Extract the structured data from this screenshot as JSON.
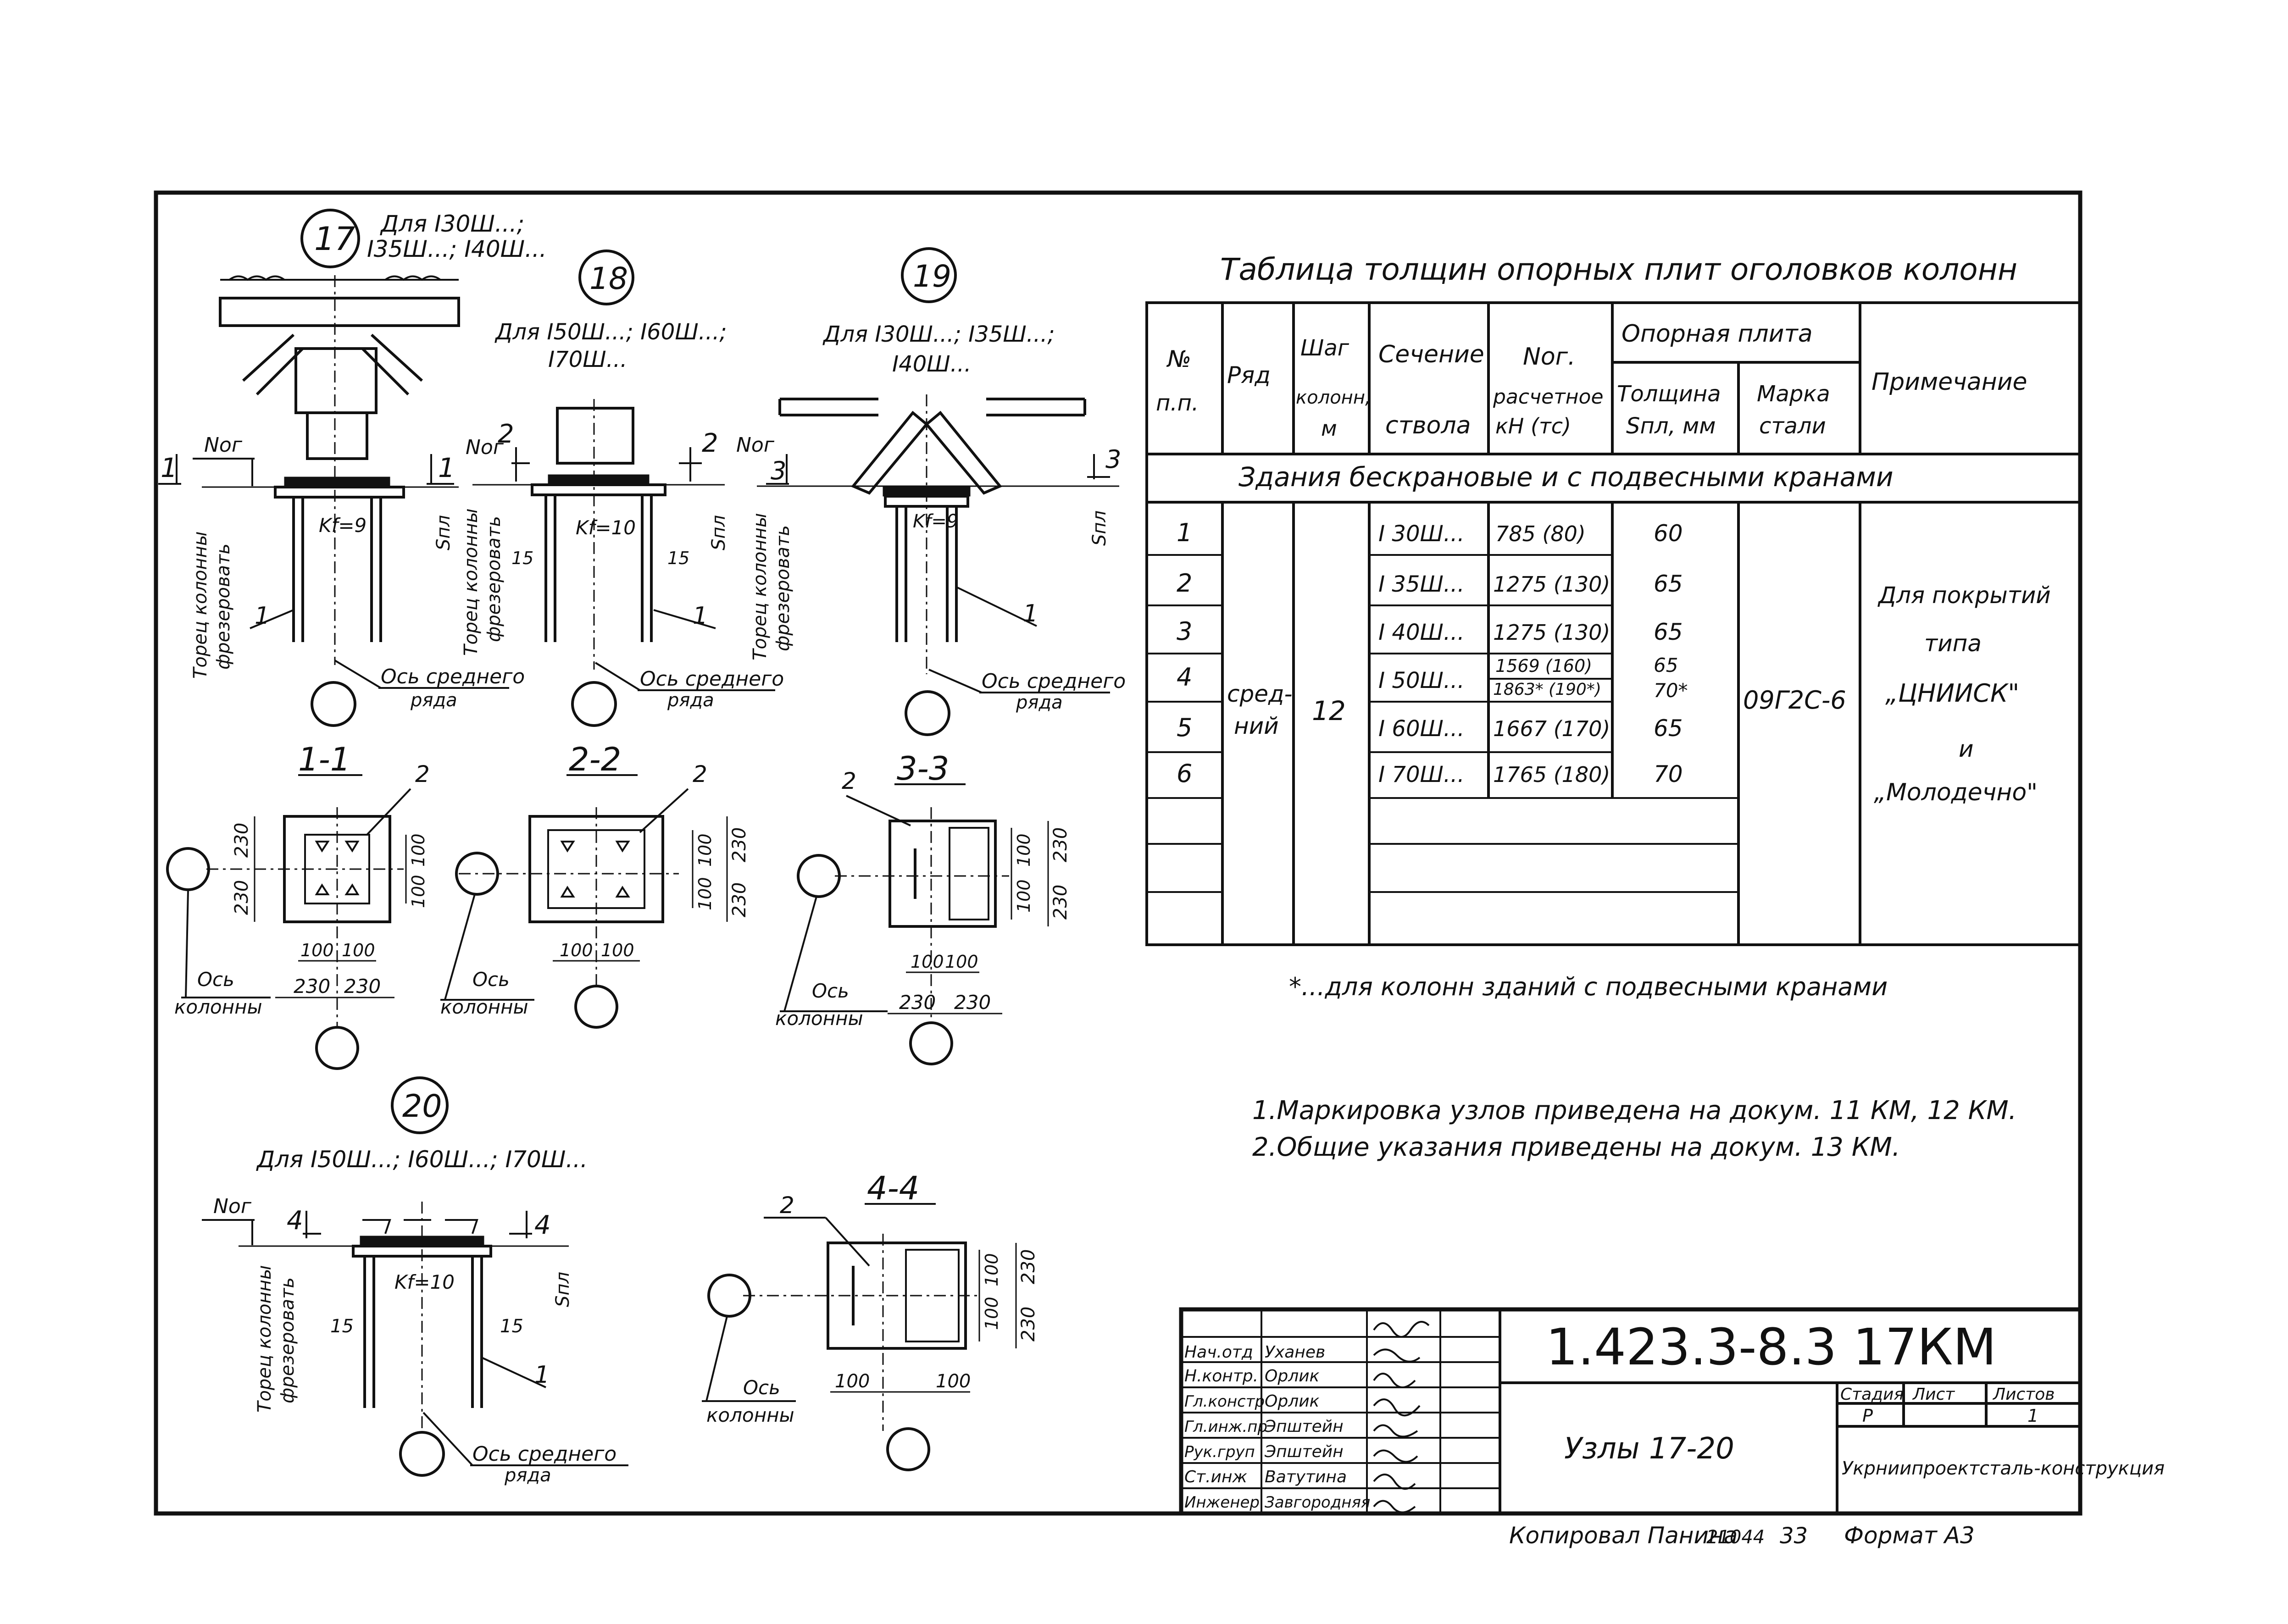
{
  "table": {
    "title": "Таблица толщин опорных плит оголовков колонн",
    "headers": {
      "num": "№ п.п.",
      "row": "Ряд",
      "step": "Шаг колонн, м",
      "section_top": "Сечение",
      "section_bottom": "ствола",
      "nog_top": "Nог.",
      "nog_bottom": "расчетное кН (тс)",
      "plate_group": "Опорная плита",
      "thickness": "Толщина Sпл, мм",
      "steel": "Марка стали",
      "note": "Примечание"
    },
    "group_row": "Здания бескрановые и с подвесными кранами",
    "rows": [
      {
        "num": "1",
        "section": "I 30Ш...",
        "force": "785 (80)",
        "thickness": "60"
      },
      {
        "num": "2",
        "section": "I 35Ш...",
        "force": "1275 (130)",
        "thickness": "65"
      },
      {
        "num": "3",
        "section": "I 40Ш...",
        "force": "1275 (130)",
        "thickness": "65"
      },
      {
        "num": "4",
        "section": "I 50Ш...",
        "force": "1569 (160)",
        "force2": "1863* (190*)",
        "thickness": "65",
        "thickness2": "70*"
      },
      {
        "num": "5",
        "section": "I 60Ш...",
        "force": "1667 (170)",
        "thickness": "65"
      },
      {
        "num": "6",
        "section": "I 70Ш...",
        "force": "1765 (180)",
        "thickness": "70"
      }
    ],
    "merged": {
      "row": "сред-ний",
      "step": "12",
      "steel": "09Г2С-6",
      "note_lines": [
        "Для покрытий",
        "типа",
        "„ЦНИИСК\"",
        "и",
        "„Молодечно\""
      ]
    },
    "footnote": "*...для колонн зданий с подвесными кранами"
  },
  "notes": [
    "1.Маркировка узлов приведена на докум. 11 КМ, 12 КМ.",
    "2.Общие указания приведены на докум. 13 КМ."
  ],
  "nodes": [
    {
      "id": "17",
      "caption_1": "Для I30Ш...;",
      "caption_2": "I35Ш...; I40Ш...",
      "weld": "Kf=9",
      "marker": "1"
    },
    {
      "id": "18",
      "caption_1": "Для I50Ш...; I60Ш...;",
      "caption_2": "I70Ш...",
      "weld": "Kf=10",
      "marker": "2"
    },
    {
      "id": "19",
      "caption_1": "Для I30Ш...; I35Ш...;",
      "caption_2": "I40Ш...",
      "weld": "Kf=9",
      "marker": "3"
    },
    {
      "id": "20",
      "caption_1": "Для I50Ш...; I60Ш...; I70Ш...",
      "caption_2": "",
      "weld": "Kf=10",
      "marker": "4"
    }
  ],
  "labels": {
    "nog": "Nог",
    "spl": "Sпл",
    "milled_1": "Торец колонны",
    "milled_2": "фрезеровать",
    "axis_mid_1": "Ось среднего",
    "axis_mid_2": "ряда",
    "axis_col_1": "Ось",
    "axis_col_2": "колонны",
    "callout_1": "1",
    "callout_2": "2",
    "weld_15": "15"
  },
  "sections": [
    {
      "title": "1-1",
      "dims_v": [
        "230",
        "230"
      ],
      "dims_v_inner": [
        "100",
        "100"
      ],
      "dims_h_inner": [
        "100",
        "100"
      ],
      "dims_h": [
        "230",
        "230"
      ]
    },
    {
      "title": "2-2",
      "dims_v": [
        "230",
        "230"
      ],
      "dims_v_inner": [
        "100",
        "100"
      ],
      "dims_h_inner": [
        "100",
        "100"
      ]
    },
    {
      "title": "3-3",
      "dims_v": [
        "230",
        "230"
      ],
      "dims_v_inner": [
        "100",
        "100"
      ],
      "dims_h_inner": [
        "100",
        "100"
      ],
      "dims_h": [
        "230",
        "230"
      ]
    },
    {
      "title": "4-4",
      "dims_v": [
        "230",
        "230"
      ],
      "dims_v_inner": [
        "100",
        "100"
      ],
      "dims_h_inner": [
        "100",
        "100"
      ]
    }
  ],
  "title_block": {
    "code": "1.423.3-8.3 17КМ",
    "sheet_title": "Узлы 17-20",
    "stage_label": "Стадия",
    "sheet_label": "Лист",
    "sheets_label": "Листов",
    "stage": "Р",
    "sheets": "1",
    "organization": "Укрниипроектсталь-конструкция",
    "staff": [
      {
        "role": "Нач.отд",
        "name": "Уханев"
      },
      {
        "role": "Н.контр.",
        "name": "Орлик"
      },
      {
        "role": "Гл.констр",
        "name": "Орлик"
      },
      {
        "role": "Гл.инж.пр",
        "name": "Эпштейн"
      },
      {
        "role": "Рук.груп",
        "name": "Эпштейн"
      },
      {
        "role": "Ст.инж",
        "name": "Ватутина"
      },
      {
        "role": "Инженер",
        "name": "Завгородняя"
      }
    ]
  },
  "footer": {
    "copied": "Копировал Панина",
    "number": "21044",
    "page": "33",
    "format": "Формат А3"
  }
}
